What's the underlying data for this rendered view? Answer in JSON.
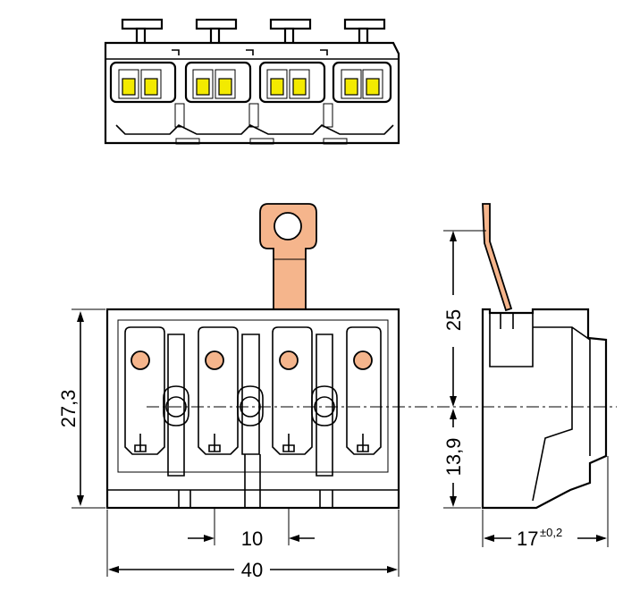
{
  "colors": {
    "copper": "#f5b58c",
    "lever": "#f3ea00",
    "line": "#000000",
    "background": "#ffffff"
  },
  "dimensions": {
    "height_total": "27,3",
    "height_lug": "25",
    "height_lower": "13,9",
    "pitch": "10",
    "width": "40",
    "depth": "17",
    "depth_tolerance": "±0,2"
  }
}
